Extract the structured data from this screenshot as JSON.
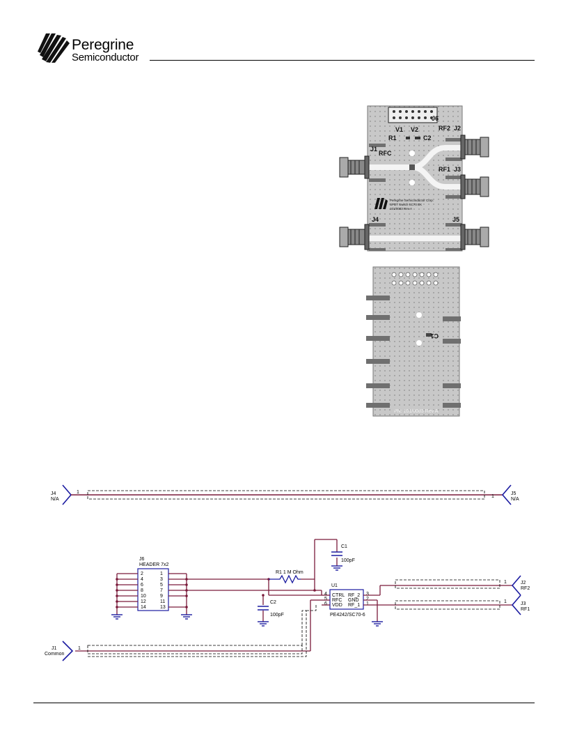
{
  "header": {
    "company_name": "Peregrine",
    "company_sub": "Semiconductor"
  },
  "board_top": {
    "labels": {
      "j6": "J6",
      "v1": "V1",
      "v2": "V2",
      "r1": "R1",
      "c2": "C2",
      "rf2": "RF2",
      "j2": "J2",
      "j1": "J1",
      "rfc": "RFC",
      "rf1": "RF1",
      "j3": "J3",
      "j4": "J4",
      "j5": "J5"
    },
    "silkscreen": [
      "Peregrine Semiconductor Corp.",
      "SPDT Switch SC70 EK",
      "101/0083 Rev A"
    ]
  },
  "board_bottom": {
    "c1_label": "C1",
    "part_number": "PN: 101/0083 Rev A"
  },
  "schematic": {
    "j4_ref": "J4",
    "j4_net": "N/A",
    "j5_ref": "J5",
    "j5_net": "N/A",
    "j6_ref": "J6",
    "j6_type": "HEADER 7x2",
    "j6_left_pins": [
      "2",
      "4",
      "6",
      "8",
      "10",
      "12",
      "14"
    ],
    "j6_right_pins": [
      "1",
      "3",
      "5",
      "7",
      "9",
      "11",
      "13"
    ],
    "c1_ref": "C1",
    "c1_val": "100pF",
    "r1_label": "R1  1 M Ohm",
    "c2_ref": "C2",
    "c2_val": "100pF",
    "u1_ref": "U1",
    "u1_pins_left": [
      "4",
      "5",
      "6"
    ],
    "u1_names_left": [
      "CTRL",
      "RFC",
      "VDD"
    ],
    "u1_names_right": [
      "RF_2",
      "GND",
      "RF_1"
    ],
    "u1_pins_right": [
      "3",
      "2",
      "1"
    ],
    "u1_part": "PE4242/SC70-6",
    "j2_ref": "J2",
    "j2_net": "RF2",
    "j3_ref": "J3",
    "j3_net": "RF1",
    "j1_ref": "J1",
    "j1_net": "Common",
    "pin_one": "1"
  }
}
